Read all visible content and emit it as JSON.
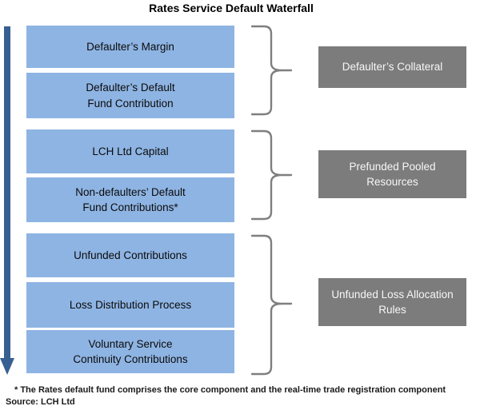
{
  "title": "Rates Service Default Waterfall",
  "waterfall": {
    "stages": [
      {
        "label": "Defaulter’s Margin"
      },
      {
        "label": "Defaulter’s Default\nFund Contribution"
      },
      {
        "label": "LCH Ltd Capital"
      },
      {
        "label": "Non-defaulters’ Default\nFund Contributions*"
      },
      {
        "label": "Unfunded Contributions"
      },
      {
        "label": "Loss Distribution Process"
      },
      {
        "label": "Voluntary Service\nContinuity Contributions"
      }
    ],
    "groups": [
      {
        "label": "Defaulter’s Collateral"
      },
      {
        "label": "Prefunded Pooled\nResources"
      },
      {
        "label": "Unfunded Loss Allocation\nRules"
      }
    ]
  },
  "footnote": "* The Rates default fund comprises the core component and the real-time trade registration component",
  "source": "Source: LCH Ltd",
  "colors": {
    "stage_fill": "#8EB4E3",
    "group_fill": "#7C7C7C",
    "arrow": "#376092",
    "brace": "#7F7F7F",
    "title_text": "#000000",
    "group_text": "#F7F7F7"
  }
}
